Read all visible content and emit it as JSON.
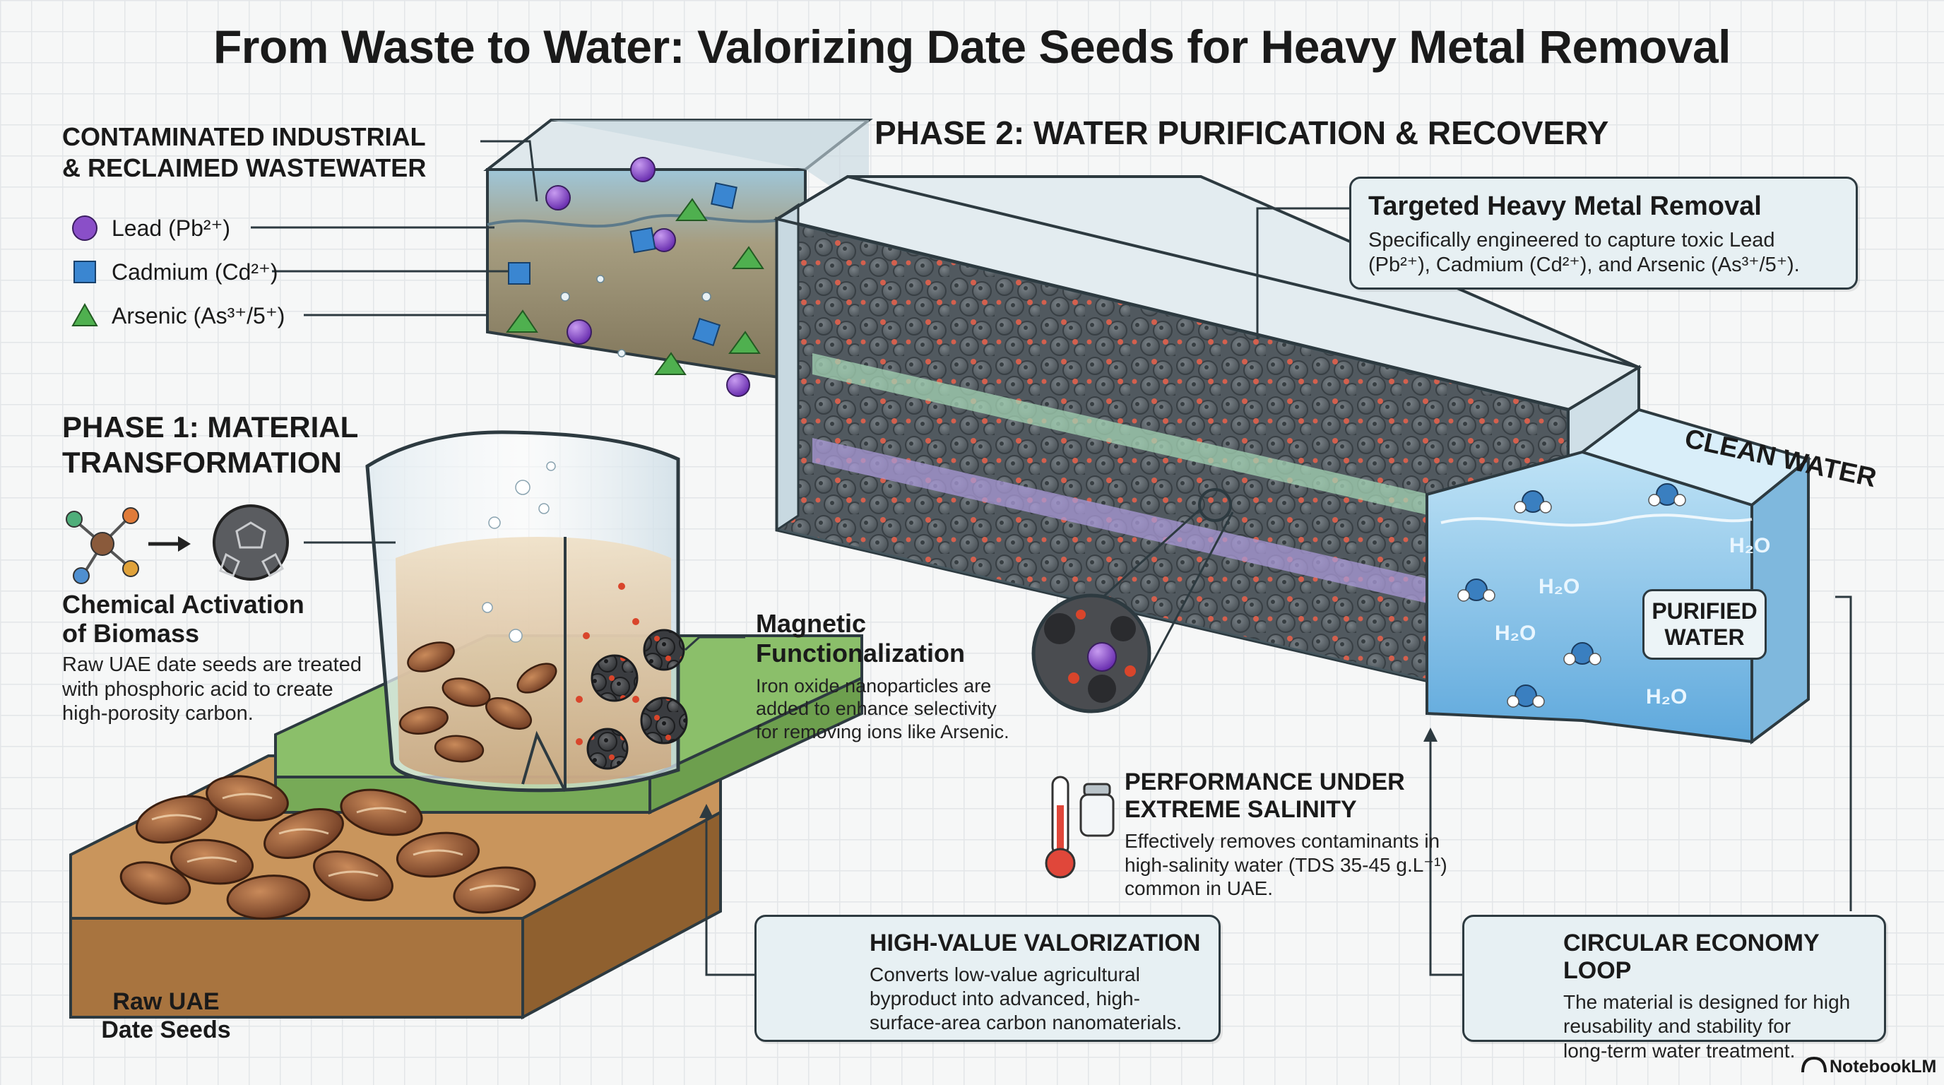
{
  "title": "From Waste to Water: Valorizing Date Seeds for Heavy Metal Removal",
  "wastewater": {
    "heading_line1": "CONTAMINATED INDUSTRIAL",
    "heading_line2": "& RECLAIMED WASTEWATER",
    "legend": [
      {
        "label": "Lead (Pb²⁺)",
        "icon": "purple-sphere",
        "color": "#8a4fc8"
      },
      {
        "label": "Cadmium (Cd²⁺)",
        "icon": "blue-cube",
        "color": "#3a86d1"
      },
      {
        "label": "Arsenic (As³⁺/5⁺)",
        "icon": "green-tetrahedron",
        "color": "#4fb04f"
      }
    ]
  },
  "phase2": {
    "heading": "PHASE 2: WATER PURIFICATION & RECOVERY",
    "targeted_title": "Targeted Heavy Metal Removal",
    "targeted_line1": "Specifically engineered to capture toxic Lead",
    "targeted_line2": "(Pb²⁺), Cadmium (Cd²⁺), and Arsenic (As³⁺/5⁺)."
  },
  "phase1": {
    "heading_line1": "PHASE 1: MATERIAL",
    "heading_line2": "TRANSFORMATION",
    "activation_title_line1": "Chemical Activation",
    "activation_title_line2": "of Biomass",
    "activation_line1": "Raw UAE date seeds are treated",
    "activation_line2": "with phosphoric acid to create",
    "activation_line3": "high-porosity carbon.",
    "magnetic_title_line1": "Magnetic",
    "magnetic_title_line2": "Functionalization",
    "magnetic_line1": "Iron oxide nanoparticles are",
    "magnetic_line2": "added to enhance selectivity",
    "magnetic_line3": "for removing ions like Arsenic."
  },
  "seeds_label_line1": "Raw UAE",
  "seeds_label_line2": "Date Seeds",
  "clean_water": {
    "label": "CLEAN WATER",
    "purified_line1": "PURIFIED",
    "purified_line2": "WATER",
    "h2o": [
      "H₂O",
      "H₂O",
      "H₂O",
      "H₂O"
    ]
  },
  "salinity": {
    "title_line1": "PERFORMANCE UNDER",
    "title_line2": "EXTREME SALINITY",
    "line1": "Effectively removes contaminants in",
    "line2": "high-salinity water (TDS 35-45 g.L⁻¹)",
    "line3": "common in UAE."
  },
  "valorization": {
    "title": "HIGH-VALUE VALORIZATION",
    "line1": "Converts low-value agricultural",
    "line2": "byproduct into advanced, high-",
    "line3": "surface-area carbon nanomaterials."
  },
  "circular": {
    "title": "CIRCULAR ECONOMY LOOP",
    "line1": "The material is designed for high",
    "line2": "reusability and stability for",
    "line3": "long-term water treatment."
  },
  "brand": "NotebookLM",
  "colors": {
    "lead": "#8a4fc8",
    "cadmium": "#3a86d1",
    "arsenic": "#4fb04f",
    "clean_water": "#7ec2ea",
    "wastewater": "#8b8166",
    "green_layer": "#8bbf6a",
    "wood_layer": "#c9955c",
    "iron_oxide": "#d9452b"
  }
}
